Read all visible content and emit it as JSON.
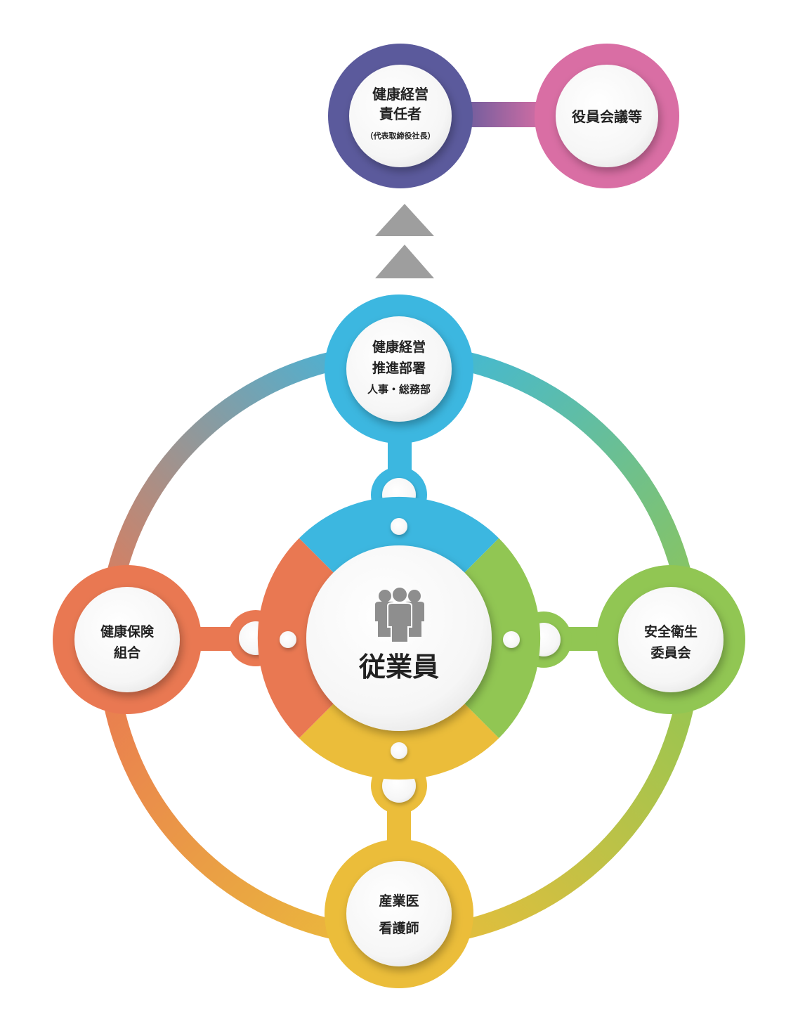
{
  "top": {
    "leader": {
      "line1": "健康経営",
      "line2": "責任者",
      "sub": "（代表取締役社長）"
    },
    "board": {
      "label": "役員会議等"
    },
    "arrow_icon": "double-up-arrow-icon"
  },
  "ring": {
    "promotion": {
      "line1": "健康経営",
      "line2": "推進部署",
      "sub": "人事・総務部"
    },
    "insurance": {
      "line1": "健康保険",
      "line2": "組合"
    },
    "safety": {
      "line1": "安全衛生",
      "line2": "委員会"
    },
    "medical": {
      "line1": "産業医",
      "line2": "看護師"
    }
  },
  "center": {
    "label": "従業員",
    "icon": "employees-icon"
  },
  "colors": {
    "navy": "#5b5a9c",
    "pink": "#d96ea4",
    "cyan": "#3cb7e0",
    "orange": "#e97852",
    "green": "#91c653",
    "yellow": "#ebbd3a",
    "arrow_gray": "#9e9e9e",
    "icon_gray": "#8e8e8e"
  }
}
